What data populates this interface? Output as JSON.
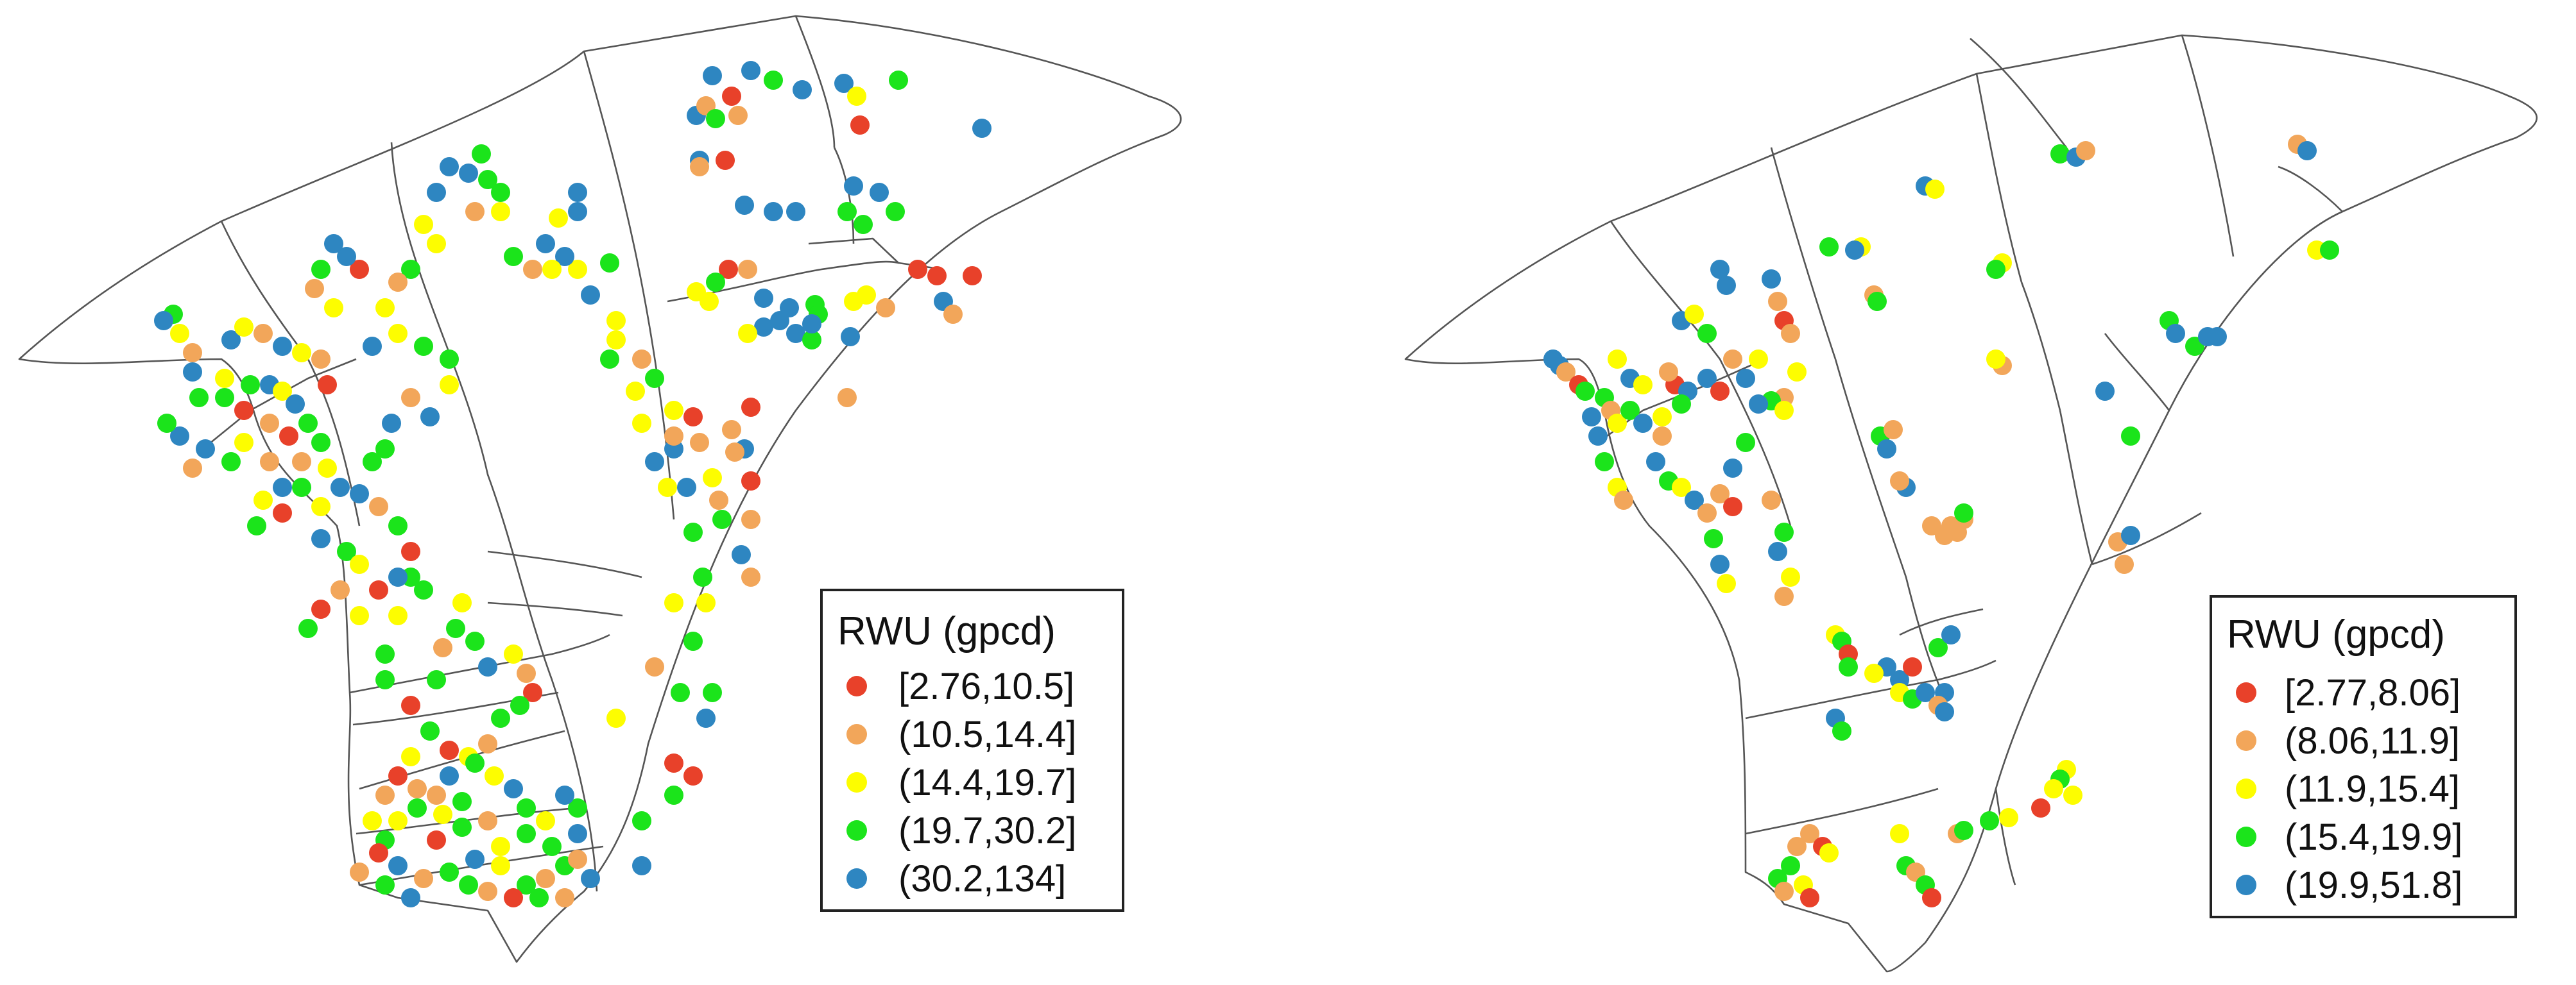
{
  "colors": {
    "class1": "#e8412a",
    "class2": "#f2a65a",
    "class3": "#fdfd00",
    "class4": "#1be41b",
    "class5": "#2e86c1",
    "boundary": "#555555"
  },
  "maps": [
    {
      "legend": {
        "title": "RWU (gpcd)",
        "labels": [
          "[2.76,10.5]",
          "(10.5,14.4]",
          "(14.4,19.7]",
          "(19.7,30.2]",
          "(30.2,134]"
        ]
      }
    },
    {
      "legend": {
        "title": "RWU (gpcd)",
        "labels": [
          "[2.77,8.06]",
          "(8.06,11.9]",
          "(11.9,15.4]",
          "(15.4,19.9]",
          "(19.9,51.8]"
        ]
      }
    }
  ]
}
